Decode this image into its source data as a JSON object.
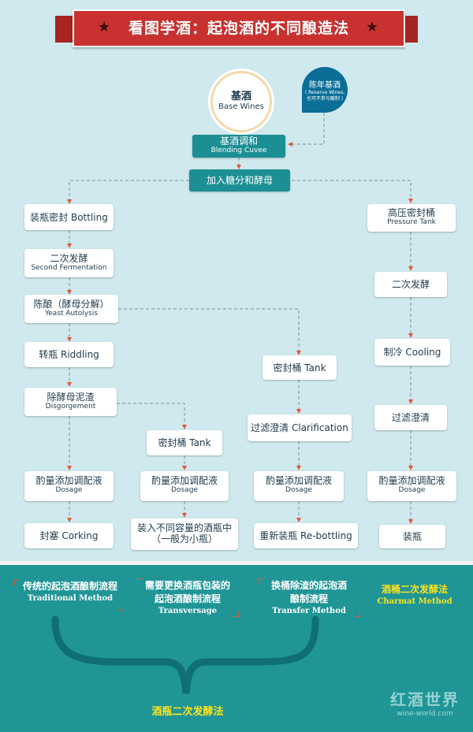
{
  "title": "看图学酒：起泡酒的不同酿造法",
  "colors": {
    "banner": "#c8312f",
    "teal": "#1b8f94",
    "arrow": "#e25a3a",
    "highlight": "#ffe31a",
    "panel": "#1f9596"
  },
  "top_nodes": {
    "base_wines": {
      "zh": "基酒",
      "en": "Base Wines"
    },
    "reserve_wines": {
      "zh": "陈年基酒",
      "en": "( Reserve Wines,",
      "note": "也可不参与酿制 )"
    },
    "blending": {
      "zh": "基酒调和",
      "en": "Blending Cuvee"
    },
    "sugar_yeast": {
      "zh": "加入糖分和酵母"
    }
  },
  "col1": {
    "bottling": "装瓶密封 Bottling",
    "second_fermentation": {
      "zh": "二次发酵",
      "en": "Second Fermentation"
    },
    "yeast_autolysis": {
      "zh": "陈酿（酵母分解）",
      "en": "Yeast Autolysis"
    },
    "riddling": "转瓶 Riddling",
    "disgorgement": {
      "zh": "除酵母泥渣",
      "en": "Disgorgement"
    },
    "dosage": {
      "zh": "酌量添加调配液",
      "en": "Dosage"
    },
    "corking": "封塞 Corking"
  },
  "col2": {
    "tank": "密封桶 Tank",
    "dosage": {
      "zh": "酌量添加调配液",
      "en": "Dosage"
    },
    "bottle": {
      "line1": "装入不同容量的酒瓶中",
      "line2": "（一般为小瓶）"
    }
  },
  "col3": {
    "tank": "密封桶 Tank",
    "clarification": "过滤澄清 Clarification",
    "dosage": {
      "zh": "酌量添加调配液",
      "en": "Dosage"
    },
    "rebottling": "重新装瓶 Re-bottling"
  },
  "col4": {
    "pressure_tank": {
      "zh": "高压密封桶",
      "en": "Pressure Tank"
    },
    "second_fermentation": "二次发酵",
    "cooling": "制冷 Cooling",
    "clarification": "过滤澄清",
    "dosage": {
      "zh": "酌量添加调配液",
      "en": "Dosage"
    },
    "bottling": "装瓶"
  },
  "methods": {
    "traditional": {
      "line1": "传统的起泡酒酿制流程",
      "en": "Traditional Method"
    },
    "transversage": {
      "line1": "需要更换酒瓶包装的",
      "line2": "起泡酒酿制流程",
      "en": "Transversage"
    },
    "transfer": {
      "line1": "换桶除渣的起泡酒",
      "line2": "酿制流程",
      "en": "Transfer Method"
    },
    "charmat": {
      "line1": "酒桶二次发酵法",
      "en": "Charmat Method"
    }
  },
  "bottle_fermentation": "酒瓶二次发酵法",
  "watermark": {
    "logo": "红酒世界",
    "url": "wine-world.com"
  }
}
